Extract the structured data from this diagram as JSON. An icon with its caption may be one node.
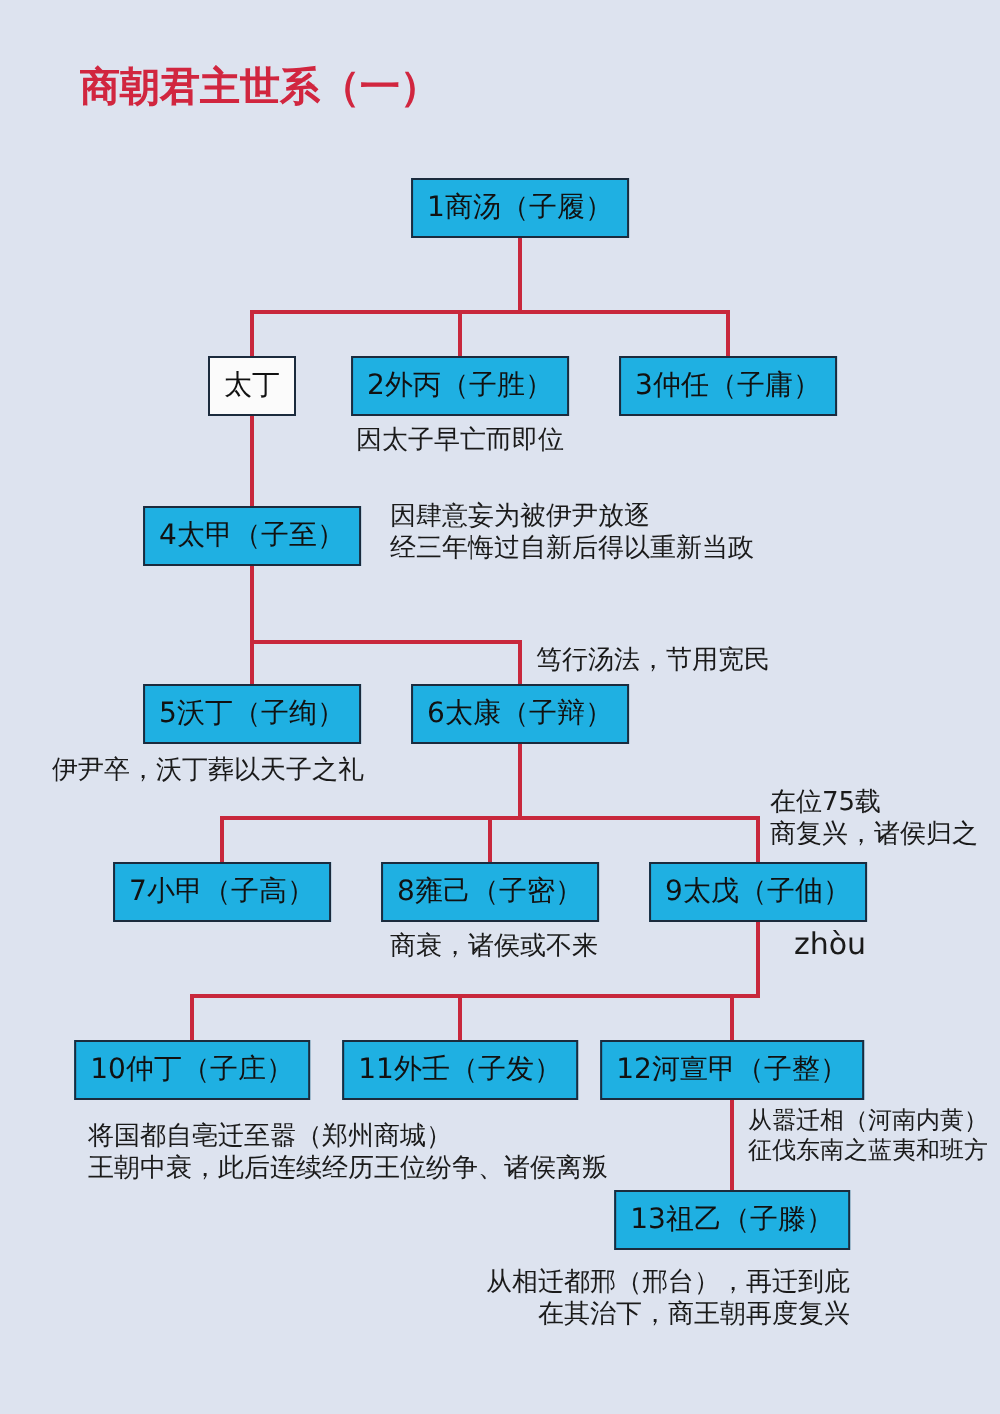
{
  "diagram": {
    "title": "商朝君主世系（一）",
    "nodes": [
      {
        "text": [
          "1商汤（子履）"
        ]
      },
      {
        "text": [
          "太丁"
        ]
      },
      {
        "text": [
          "2外丙（子胜）"
        ],
        "beside": [
          "因太子早亡而即位"
        ]
      },
      {
        "text": [
          "3仲任（子庸）"
        ]
      },
      {
        "text": [
          "4太甲（子至）"
        ],
        "beside": [
          "因肆意妄为被伊尹放逐",
          "经三年悔过自新后得以重新当政"
        ]
      },
      {
        "text": [
          "5沃丁（子绚）"
        ],
        "beside": [
          "伊尹卒，沃丁葬以天子之礼"
        ]
      },
      {
        "text": [
          "6太康（子辩）"
        ],
        "beside": [
          "笃行汤法，节用宽民"
        ]
      },
      {
        "text": [
          "7小甲（子高）"
        ]
      },
      {
        "text": [
          "8雍己（子密）"
        ],
        "beside": [
          "商衰，诸侯或不来"
        ]
      },
      {
        "text": [
          "9太戊（子伷）"
        ],
        "beside": [
          "在位75载",
          "商复兴，诸侯归之",
          "zhòu"
        ]
      },
      {
        "text": [
          "10仲丁（子庄）"
        ],
        "beside": [
          "将国都自亳迁至嚣（郑州商城）",
          "王朝中衰，此后连续经历王位纷争、诸侯离叛"
        ]
      },
      {
        "text": [
          "11外壬（子发）"
        ]
      },
      {
        "text": [
          "12河亶甲（子整）"
        ],
        "beside": [
          "从嚣迁相（河南内黄）",
          "征伐东南之蓝夷和班方"
        ]
      },
      {
        "text": [
          "13祖乙（子滕）"
        ],
        "beside": [
          "从相迁都邢（邢台），再迁到庇",
          "在其治下，商王朝再度复兴"
        ]
      }
    ],
    "edges": [
      {
        "from": 0,
        "to": 1,
        "arrow": "none"
      },
      {
        "from": 0,
        "to": 2,
        "arrow": "none"
      },
      {
        "from": 0,
        "to": 3,
        "arrow": "none"
      },
      {
        "from": 1,
        "to": 4,
        "arrow": "none"
      },
      {
        "from": 4,
        "to": 5,
        "arrow": "none"
      },
      {
        "from": 4,
        "to": 6,
        "arrow": "none"
      },
      {
        "from": 6,
        "to": 7,
        "arrow": "none"
      },
      {
        "from": 6,
        "to": 8,
        "arrow": "none"
      },
      {
        "from": 6,
        "to": 9,
        "arrow": "none"
      },
      {
        "from": 9,
        "to": 10,
        "arrow": "none"
      },
      {
        "from": 9,
        "to": 11,
        "arrow": "none"
      },
      {
        "from": 9,
        "to": 12,
        "arrow": "none"
      },
      {
        "from": 12,
        "to": 13,
        "arrow": "none"
      }
    ]
  }
}
